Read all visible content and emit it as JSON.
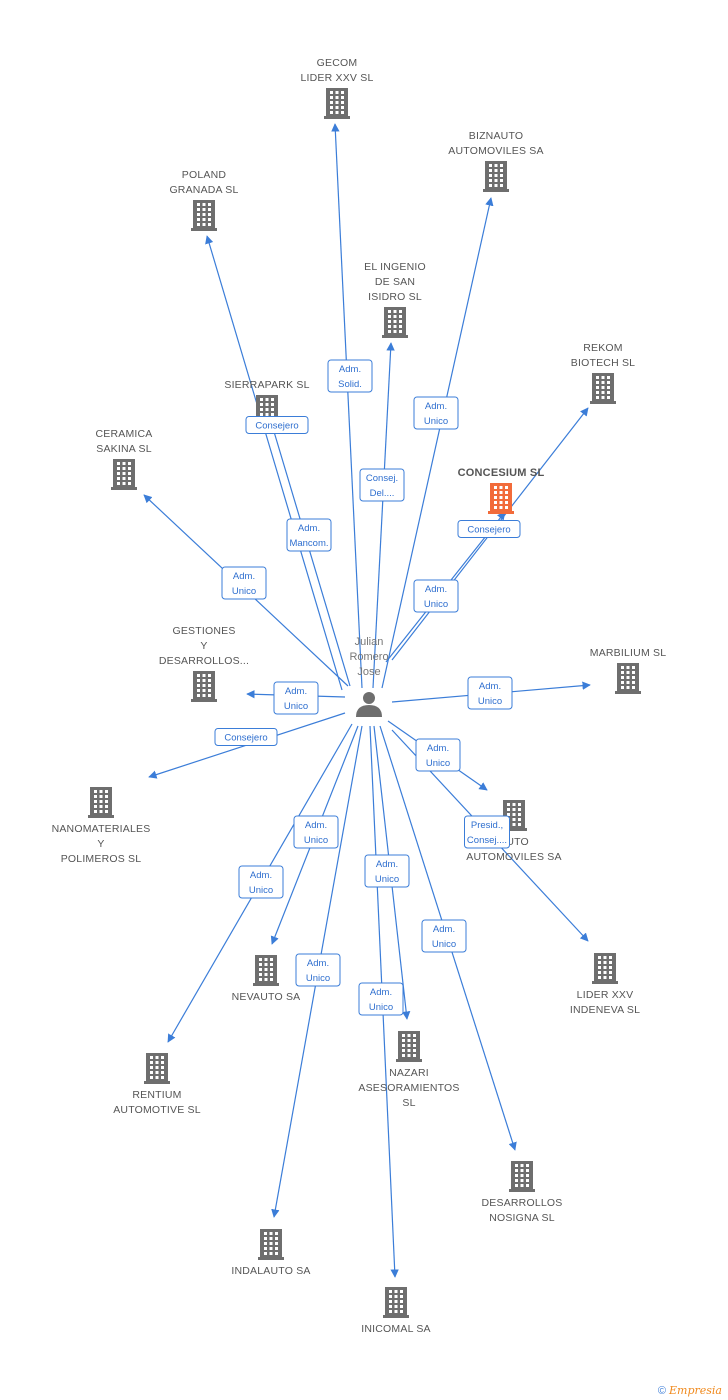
{
  "person": {
    "name_lines": [
      "Julian",
      "Romero",
      "Jose"
    ],
    "icon": "person-icon"
  },
  "colors": {
    "edge": "#3b7dd8",
    "building": "#6e6e6e",
    "highlight": "#f26b3a",
    "label": "#555555"
  },
  "companies": [
    {
      "id": "gecom",
      "lines": [
        "GECOM",
        "LIDER XXV SL"
      ]
    },
    {
      "id": "biznauto",
      "lines": [
        "BIZNAUTO",
        "AUTOMOVILES SA"
      ]
    },
    {
      "id": "poland",
      "lines": [
        "POLAND",
        "GRANADA  SL"
      ]
    },
    {
      "id": "ingenio",
      "lines": [
        "EL INGENIO",
        "DE SAN",
        "ISIDRO SL"
      ]
    },
    {
      "id": "rekom",
      "lines": [
        "REKOM",
        "BIOTECH SL"
      ]
    },
    {
      "id": "sierrapark",
      "lines": [
        "SIERRAPARK SL"
      ]
    },
    {
      "id": "ceramica",
      "lines": [
        "CERAMICA",
        "SAKINA SL"
      ]
    },
    {
      "id": "concesium",
      "lines": [
        "CONCESIUM SL"
      ],
      "highlight": true
    },
    {
      "id": "gestiones",
      "lines": [
        "GESTIONES",
        "Y",
        "DESARROLLOS..."
      ]
    },
    {
      "id": "marbilium",
      "lines": [
        "MARBILIUM SL"
      ]
    },
    {
      "id": "nanomateriales",
      "lines": [
        "NANOMATERIALES",
        "Y",
        "POLIMEROS SL"
      ]
    },
    {
      "id": "auto_sa",
      "lines": [
        "AUTO",
        "AUTOMOVILES SA"
      ]
    },
    {
      "id": "lider_indeneva",
      "lines": [
        "LIDER XXV",
        "INDENEVA SL"
      ]
    },
    {
      "id": "nevauto",
      "lines": [
        "NEVAUTO SA"
      ]
    },
    {
      "id": "rentium",
      "lines": [
        "RENTIUM",
        "AUTOMOTIVE SL"
      ]
    },
    {
      "id": "nazari",
      "lines": [
        "NAZARI",
        "ASESORAMIENTOS",
        "SL"
      ]
    },
    {
      "id": "desarrollos_nosigna",
      "lines": [
        "DESARROLLOS",
        "NOSIGNA SL"
      ]
    },
    {
      "id": "indalauto",
      "lines": [
        "INDALAUTO SA"
      ]
    },
    {
      "id": "inicomal",
      "lines": [
        "INICOMAL SA"
      ]
    }
  ],
  "edges": [
    {
      "to": "gecom",
      "role": [
        "Adm.",
        "Solid."
      ]
    },
    {
      "to": "biznauto",
      "role": [
        "Adm.",
        "Unico"
      ]
    },
    {
      "to": "poland",
      "role": [
        "Adm.",
        "Mancom."
      ]
    },
    {
      "to": "ingenio",
      "role": [
        "Consej.",
        "Del...."
      ]
    },
    {
      "to": "rekom",
      "role": [
        "Adm.",
        "Unico"
      ]
    },
    {
      "to": "sierrapark",
      "role": [
        "Consejero"
      ]
    },
    {
      "to": "ceramica",
      "role": [
        "Adm.",
        "Unico"
      ]
    },
    {
      "to": "concesium",
      "role": [
        "Consejero"
      ]
    },
    {
      "to": "gestiones",
      "role": [
        "Adm.",
        "Unico"
      ]
    },
    {
      "to": "marbilium",
      "role": [
        "Adm.",
        "Unico"
      ]
    },
    {
      "to": "nanomateriales",
      "role": [
        "Consejero"
      ]
    },
    {
      "to": "auto_sa",
      "role": [
        "Adm.",
        "Unico"
      ]
    },
    {
      "to": "lider_indeneva",
      "role": [
        "Presid.,",
        "Consej...."
      ]
    },
    {
      "to": "nevauto",
      "role": [
        "Adm.",
        "Unico"
      ]
    },
    {
      "to": "rentium",
      "role": [
        "Adm.",
        "Unico"
      ]
    },
    {
      "to": "nazari",
      "role": [
        "Adm.",
        "Unico"
      ]
    },
    {
      "to": "desarrollos_nosigna",
      "role": [
        "Adm.",
        "Unico"
      ]
    },
    {
      "to": "indalauto",
      "role": [
        "Adm.",
        "Unico"
      ]
    },
    {
      "to": "inicomal",
      "role": [
        "Adm.",
        "Unico"
      ]
    }
  ],
  "footer": {
    "copyright": "©",
    "brand": "Empresia"
  }
}
